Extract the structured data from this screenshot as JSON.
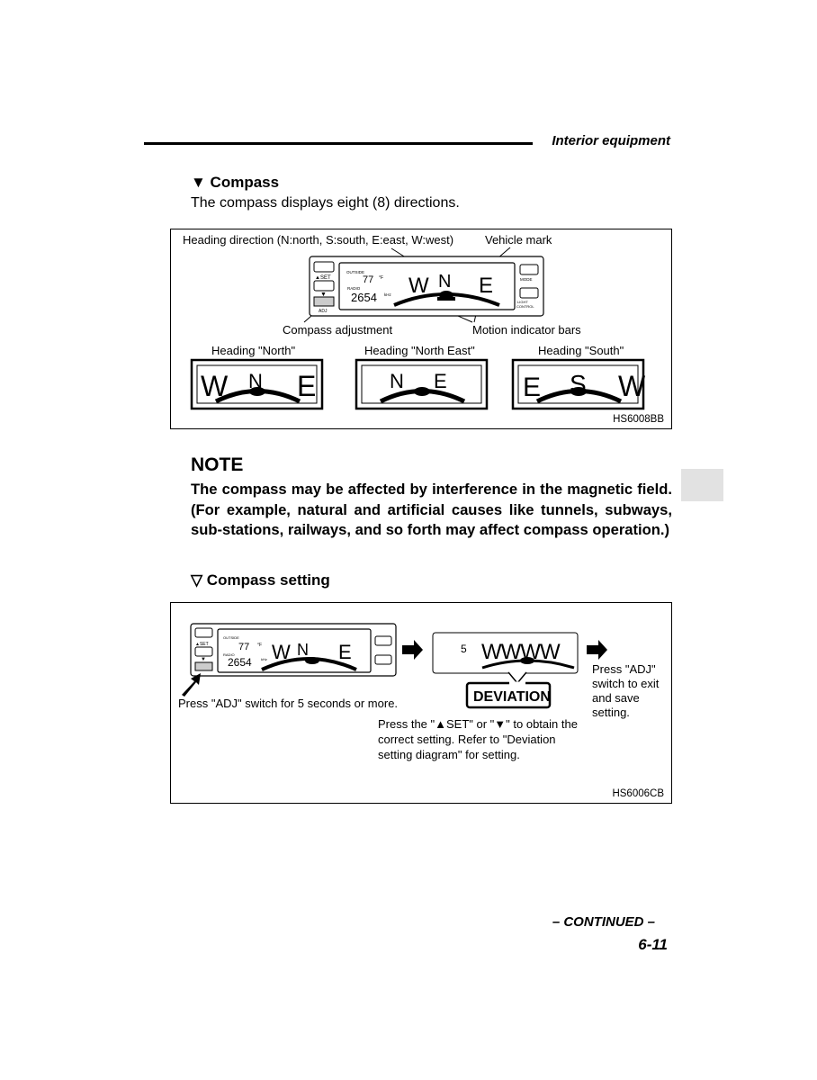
{
  "header": {
    "title": "Interior equipment"
  },
  "compass_section": {
    "heading": "▼ Compass",
    "intro": "The compass displays eight (8) directions."
  },
  "figure1": {
    "label_heading_direction": "Heading direction (N:north, S:south, E:east, W:west)",
    "label_vehicle_mark": "Vehicle mark",
    "label_compass_adjustment": "Compass adjustment",
    "label_motion_indicator": "Motion indicator bars",
    "display": {
      "outside_label": "OUTSIDE",
      "temp": "77",
      "temp_unit": "°F",
      "radio_label": "RADIO",
      "freq": "2654",
      "freq_unit": "kHz",
      "heading_letters": [
        "W",
        "N",
        "E"
      ],
      "btn_set": "▲SET",
      "btn_adj": "ADJ",
      "btn_mode": "MODE",
      "btn_light": "LIGHT CONTROL"
    },
    "panels": [
      {
        "caption": "Heading \"North\"",
        "letters": [
          "W",
          "N",
          "E"
        ]
      },
      {
        "caption": "Heading \"North East\"",
        "letters": [
          "N",
          "E"
        ]
      },
      {
        "caption": "Heading \"South\"",
        "letters": [
          "E",
          "S",
          "W"
        ]
      }
    ],
    "id": "HS6008BB"
  },
  "note": {
    "title": "NOTE",
    "text": "The compass may be affected by interference in the magnetic field. (For example, natural and artificial causes like tunnels, subways, sub-stations, railways, and so forth may affect compass operation.)"
  },
  "setting_section": {
    "heading": "▽ Compass setting"
  },
  "figure2": {
    "label_press_adj": "Press \"ADJ\" switch for 5 seconds or more.",
    "label_press_set_1": "Press the \"▲SET\" or \"▼\" to obtain the",
    "label_press_set_2": "correct setting. Refer to \"Deviation",
    "label_press_set_3": "setting diagram\" for setting.",
    "label_exit_1": "Press \"ADJ\"",
    "label_exit_2": "switch to exit",
    "label_exit_3": "and save",
    "label_exit_4": "setting.",
    "deviation_badge": "DEVIATION",
    "deviation_display_value": "5",
    "id": "HS6006CB"
  },
  "footer": {
    "continued": "– CONTINUED –",
    "page_number": "6-11"
  }
}
